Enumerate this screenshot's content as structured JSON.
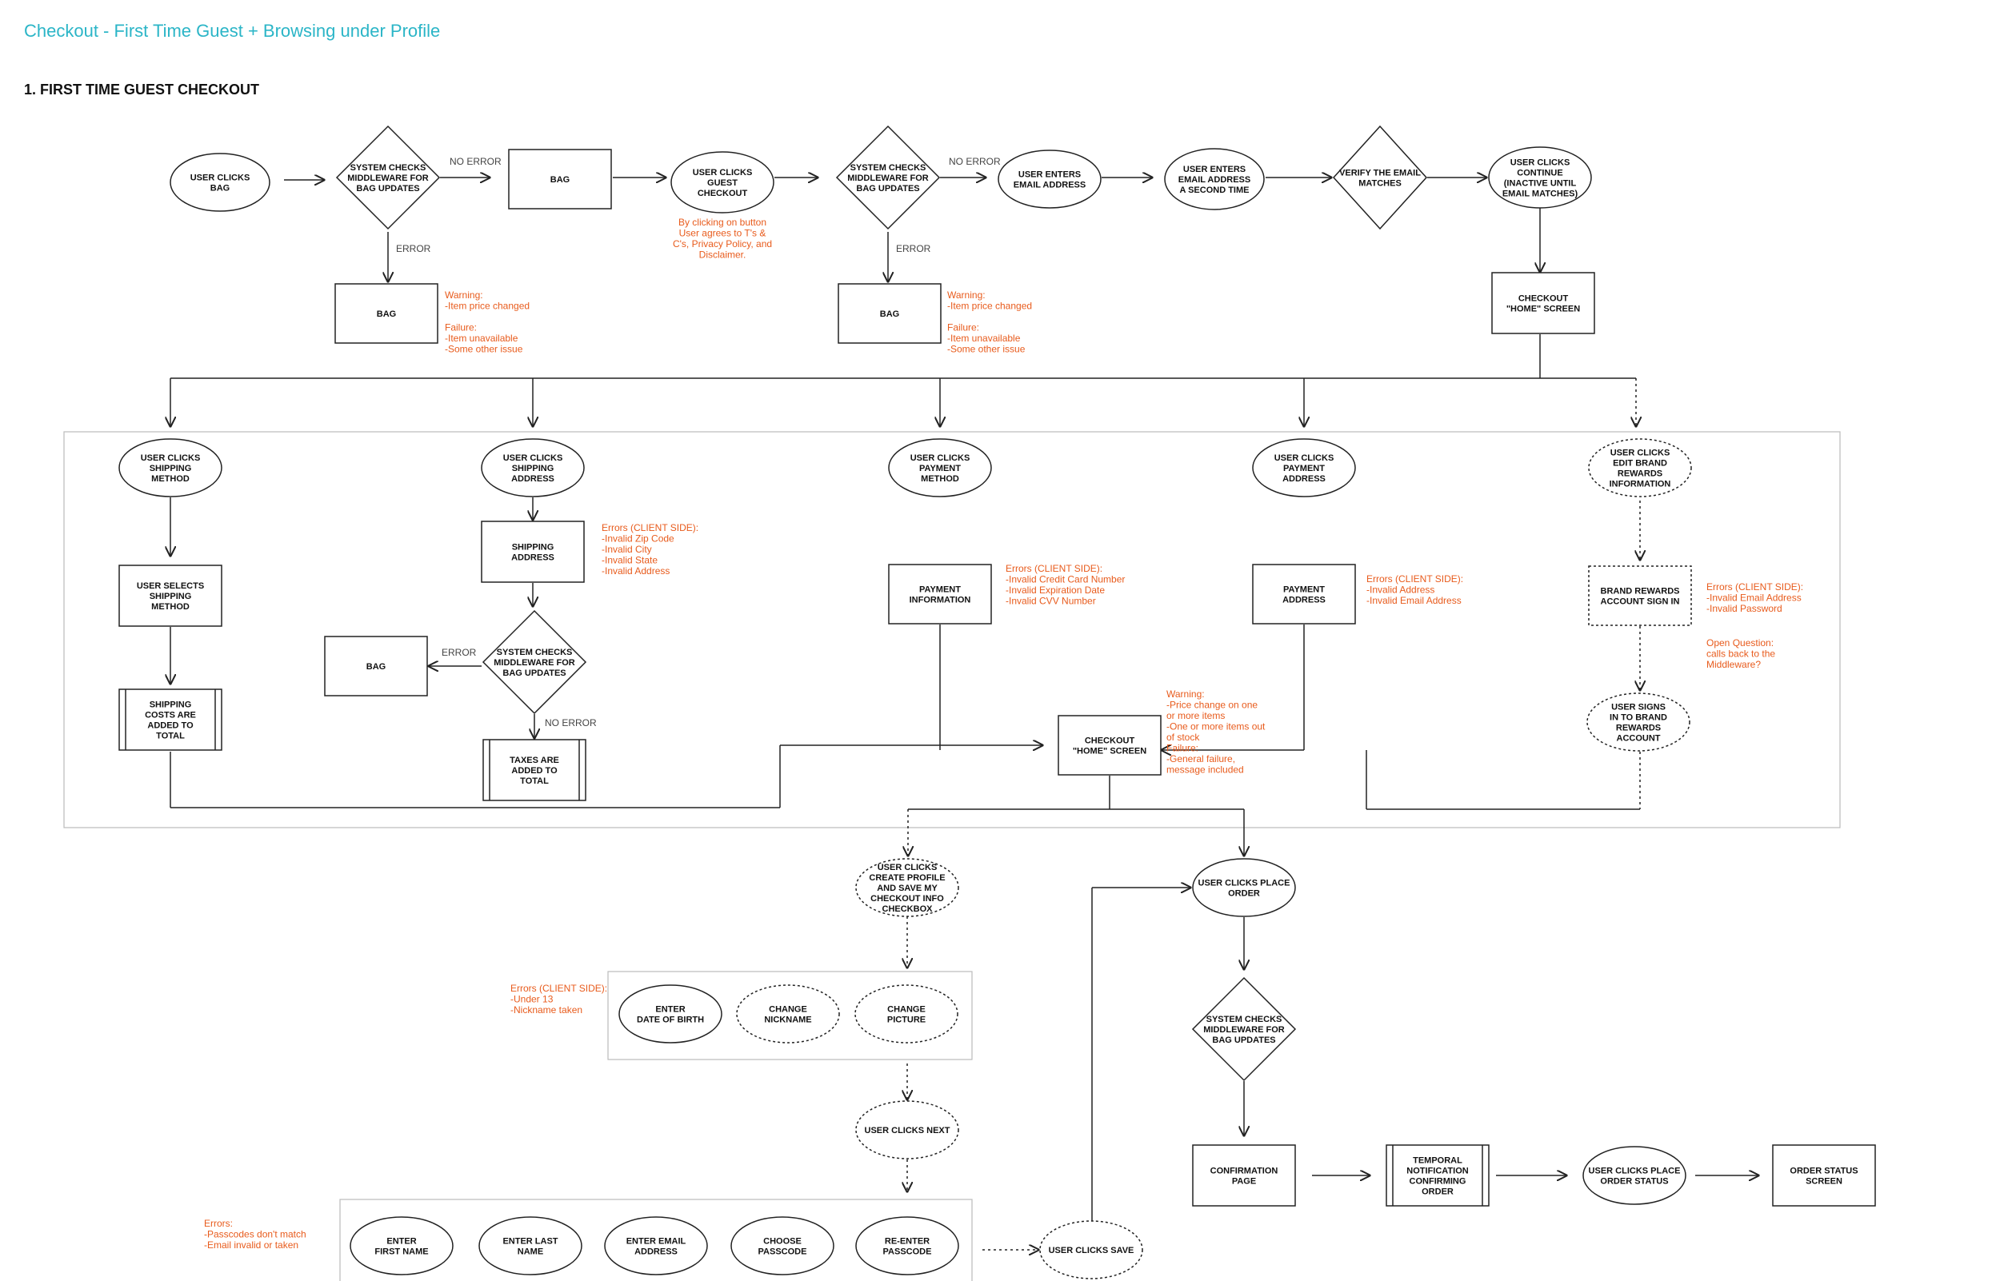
{
  "title": "Checkout - First Time Guest + Browsing under Profile",
  "section": "1. FIRST TIME GUEST CHECKOUT",
  "nodes": {
    "n1": [
      "USER CLICKS",
      "BAG"
    ],
    "n2": [
      "SYSTEM CHECKS",
      "MIDDLEWARE FOR",
      "BAG UPDATES"
    ],
    "n3": [
      "BAG"
    ],
    "n4": [
      "USER CLICKS",
      "GUEST",
      "CHECKOUT"
    ],
    "n5": [
      "SYSTEM CHECKS",
      "MIDDLEWARE FOR",
      "BAG UPDATES"
    ],
    "n6": [
      "USER ENTERS",
      "EMAIL ADDRESS"
    ],
    "n7": [
      "USER ENTERS",
      "EMAIL ADDRESS",
      "A SECOND TIME"
    ],
    "n8": [
      "VERIFY THE EMAIL",
      "MATCHES"
    ],
    "n9": [
      "USER CLICKS",
      "CONTINUE",
      "(INACTIVE UNTIL",
      "EMAIL MATCHES)"
    ],
    "n10": [
      "BAG"
    ],
    "n11": [
      "BAG"
    ],
    "n12": [
      "CHECKOUT",
      "\"HOME\" SCREEN"
    ],
    "b1": [
      "USER CLICKS",
      "SHIPPING",
      "METHOD"
    ],
    "b2": [
      "USER SELECTS",
      "SHIPPING",
      "METHOD"
    ],
    "b3": [
      "SHIPPING",
      "COSTS ARE",
      "ADDED TO",
      "TOTAL"
    ],
    "c1": [
      "USER CLICKS",
      "SHIPPING",
      "ADDRESS"
    ],
    "c2": [
      "SHIPPING",
      "ADDRESS"
    ],
    "c3": [
      "SYSTEM CHECKS",
      "MIDDLEWARE FOR",
      "BAG UPDATES"
    ],
    "c4": [
      "BAG"
    ],
    "c5": [
      "TAXES ARE",
      "ADDED TO",
      "TOTAL"
    ],
    "d1": [
      "USER CLICKS",
      "PAYMENT",
      "METHOD"
    ],
    "d2": [
      "PAYMENT",
      "INFORMATION"
    ],
    "d3": [
      "CHECKOUT",
      "\"HOME\" SCREEN"
    ],
    "e1": [
      "USER CLICKS",
      "PAYMENT",
      "ADDRESS"
    ],
    "e2": [
      "PAYMENT",
      "ADDRESS"
    ],
    "f1": [
      "USER CLICKS",
      "EDIT BRAND",
      "REWARDS",
      "INFORMATION"
    ],
    "f2": [
      "BRAND REWARDS",
      "ACCOUNT SIGN IN"
    ],
    "f3": [
      "USER SIGNS",
      "IN TO BRAND",
      "REWARDS",
      "ACCOUNT"
    ],
    "g1": [
      "USER CLICKS",
      "CREATE PROFILE",
      "AND SAVE MY",
      "CHECKOUT INFO",
      "CHECKBOX"
    ],
    "g2": [
      "ENTER",
      "DATE OF BIRTH"
    ],
    "g3": [
      "CHANGE",
      "NICKNAME"
    ],
    "g4": [
      "CHANGE",
      "PICTURE"
    ],
    "g5": [
      "USER CLICKS NEXT"
    ],
    "h1": [
      "ENTER",
      "FIRST NAME"
    ],
    "h2": [
      "ENTER LAST",
      "NAME"
    ],
    "h3": [
      "ENTER EMAIL",
      "ADDRESS"
    ],
    "h4": [
      "CHOOSE",
      "PASSCODE"
    ],
    "h5": [
      "RE-ENTER",
      "PASSCODE"
    ],
    "h6": [
      "USER CLICKS SAVE"
    ],
    "p1": [
      "USER CLICKS PLACE",
      "ORDER"
    ],
    "p2": [
      "SYSTEM CHECKS",
      "MIDDLEWARE FOR",
      "BAG UPDATES"
    ],
    "p3": [
      "CONFIRMATION",
      "PAGE"
    ],
    "p4": [
      "TEMPORAL",
      "NOTIFICATION",
      "CONFIRMING",
      "ORDER"
    ],
    "p5": [
      "USER CLICKS PLACE",
      "ORDER STATUS"
    ],
    "p6": [
      "ORDER STATUS",
      "SCREEN"
    ]
  },
  "edge_labels": {
    "e1": "NO ERROR",
    "e2": "ERROR",
    "e3": "NO ERROR",
    "e4": "ERROR",
    "e5": "ERROR",
    "e6": "NO ERROR"
  },
  "notes": {
    "t1": [
      "By clicking on button",
      "User agrees to T's &",
      "C's, Privacy Policy, and",
      "Disclaimer."
    ],
    "t2": [
      "Warning:",
      "-Item price changed",
      "",
      "Failure:",
      "-Item unavailable",
      "-Some other issue"
    ],
    "t3": [
      "Warning:",
      "-Item price changed",
      "",
      "Failure:",
      "-Item unavailable",
      "-Some other issue"
    ],
    "t4": [
      "Errors (CLIENT SIDE):",
      "-Invalid Zip Code",
      "-Invalid City",
      "-Invalid State",
      "-Invalid Address"
    ],
    "t5": [
      "Errors (CLIENT SIDE):",
      "-Invalid Credit Card Number",
      "-Invalid Expiration Date",
      "-Invalid CVV Number"
    ],
    "t6": [
      "Errors (CLIENT SIDE):",
      "-Invalid Address",
      "-Invalid Email Address"
    ],
    "t7": [
      "Errors (CLIENT SIDE):",
      "-Invalid Email Address",
      "-Invalid Password"
    ],
    "t8": [
      "Open Question:",
      "calls back to the",
      "Middleware?"
    ],
    "t9": [
      "Warning:",
      "-Price change on one",
      "or more items",
      "-One or more items out",
      "of stock",
      "Failure:",
      "-General failure,",
      "message included"
    ],
    "t10": [
      "Errors (CLIENT SIDE):",
      "-Under 13",
      "-Nickname taken"
    ],
    "t11": [
      "Errors:",
      "-Passcodes don't match",
      "-Email invalid or taken"
    ]
  }
}
